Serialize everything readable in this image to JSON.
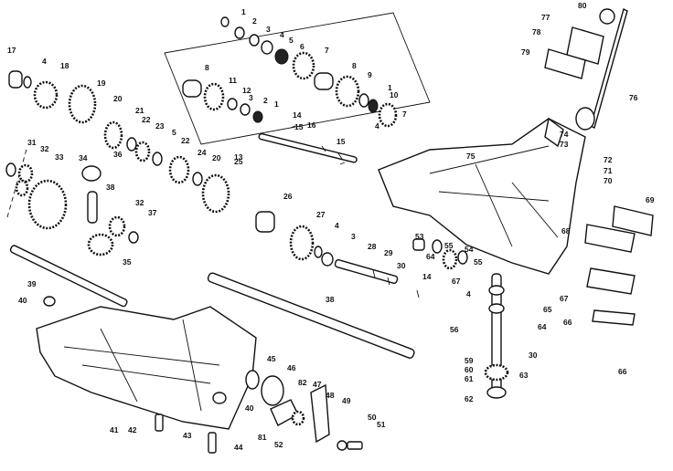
{
  "diagram": {
    "callouts": [
      {
        "id": "c1",
        "text": "1"
      },
      {
        "id": "c2",
        "text": "2"
      },
      {
        "id": "c3",
        "text": "3"
      },
      {
        "id": "c4",
        "text": "4"
      },
      {
        "id": "c5",
        "text": "5"
      },
      {
        "id": "c6",
        "text": "6"
      },
      {
        "id": "c7a",
        "text": "7"
      },
      {
        "id": "c8a",
        "text": "8"
      },
      {
        "id": "c8b",
        "text": "8"
      },
      {
        "id": "c9",
        "text": "9"
      },
      {
        "id": "c10",
        "text": "10"
      },
      {
        "id": "c1b",
        "text": "1"
      },
      {
        "id": "c7b",
        "text": "7"
      },
      {
        "id": "c11",
        "text": "11"
      },
      {
        "id": "c12",
        "text": "12"
      },
      {
        "id": "c3b",
        "text": "3"
      },
      {
        "id": "c2b",
        "text": "2"
      },
      {
        "id": "c1c",
        "text": "1"
      },
      {
        "id": "c14a",
        "text": "14"
      },
      {
        "id": "c15a",
        "text": "15"
      },
      {
        "id": "c4b",
        "text": "4"
      },
      {
        "id": "c15b",
        "text": "15"
      },
      {
        "id": "c16",
        "text": "16"
      },
      {
        "id": "c13",
        "text": "13"
      },
      {
        "id": "c17",
        "text": "17"
      },
      {
        "id": "c4c",
        "text": "4"
      },
      {
        "id": "c18",
        "text": "18"
      },
      {
        "id": "c19",
        "text": "19"
      },
      {
        "id": "c20",
        "text": "20"
      },
      {
        "id": "c21",
        "text": "21"
      },
      {
        "id": "c22a",
        "text": "22"
      },
      {
        "id": "c23",
        "text": "23"
      },
      {
        "id": "c5b",
        "text": "5"
      },
      {
        "id": "c22b",
        "text": "22"
      },
      {
        "id": "c24",
        "text": "24"
      },
      {
        "id": "c20b",
        "text": "20"
      },
      {
        "id": "c25",
        "text": "25"
      },
      {
        "id": "c31",
        "text": "31"
      },
      {
        "id": "c32a",
        "text": "32"
      },
      {
        "id": "c33",
        "text": "33"
      },
      {
        "id": "c34",
        "text": "34"
      },
      {
        "id": "c36",
        "text": "36"
      },
      {
        "id": "c38",
        "text": "38"
      },
      {
        "id": "c32b",
        "text": "32"
      },
      {
        "id": "c37",
        "text": "37"
      },
      {
        "id": "c35",
        "text": "35"
      },
      {
        "id": "c26",
        "text": "26"
      },
      {
        "id": "c27",
        "text": "27"
      },
      {
        "id": "c4d",
        "text": "4"
      },
      {
        "id": "c3c",
        "text": "3"
      },
      {
        "id": "c28",
        "text": "28"
      },
      {
        "id": "c29",
        "text": "29"
      },
      {
        "id": "c30a",
        "text": "30"
      },
      {
        "id": "c14b",
        "text": "14"
      },
      {
        "id": "c39",
        "text": "39"
      },
      {
        "id": "c40a",
        "text": "40"
      },
      {
        "id": "c38b",
        "text": "38"
      },
      {
        "id": "c41",
        "text": "41"
      },
      {
        "id": "c42",
        "text": "42"
      },
      {
        "id": "c43",
        "text": "43"
      },
      {
        "id": "c44",
        "text": "44"
      },
      {
        "id": "c45",
        "text": "45"
      },
      {
        "id": "c46",
        "text": "46"
      },
      {
        "id": "c40b",
        "text": "40"
      },
      {
        "id": "c82",
        "text": "82"
      },
      {
        "id": "c47",
        "text": "47"
      },
      {
        "id": "c48",
        "text": "48"
      },
      {
        "id": "c49",
        "text": "49"
      },
      {
        "id": "c81",
        "text": "81"
      },
      {
        "id": "c52",
        "text": "52"
      },
      {
        "id": "c50",
        "text": "50"
      },
      {
        "id": "c51",
        "text": "51"
      },
      {
        "id": "c80",
        "text": "80"
      },
      {
        "id": "c77",
        "text": "77"
      },
      {
        "id": "c78",
        "text": "78"
      },
      {
        "id": "c79",
        "text": "79"
      },
      {
        "id": "c76a",
        "text": "76"
      },
      {
        "id": "c74",
        "text": "74"
      },
      {
        "id": "c73",
        "text": "73"
      },
      {
        "id": "c72",
        "text": "72"
      },
      {
        "id": "c71",
        "text": "71"
      },
      {
        "id": "c70",
        "text": "70"
      },
      {
        "id": "c75",
        "text": "75"
      },
      {
        "id": "c69",
        "text": "69"
      },
      {
        "id": "c68",
        "text": "68"
      },
      {
        "id": "c53",
        "text": "53"
      },
      {
        "id": "c64a",
        "text": "64"
      },
      {
        "id": "c55a",
        "text": "55"
      },
      {
        "id": "c54",
        "text": "54"
      },
      {
        "id": "c55b",
        "text": "55"
      },
      {
        "id": "c67a",
        "text": "67"
      },
      {
        "id": "c4e",
        "text": "4"
      },
      {
        "id": "c65",
        "text": "65"
      },
      {
        "id": "c64b",
        "text": "64"
      },
      {
        "id": "c56",
        "text": "56"
      },
      {
        "id": "c30b",
        "text": "30"
      },
      {
        "id": "c59",
        "text": "59"
      },
      {
        "id": "c60",
        "text": "60"
      },
      {
        "id": "c61",
        "text": "61"
      },
      {
        "id": "c63",
        "text": "63"
      },
      {
        "id": "c62",
        "text": "62"
      },
      {
        "id": "c67b",
        "text": "67"
      },
      {
        "id": "c66a",
        "text": "66"
      },
      {
        "id": "c66b",
        "text": "66"
      }
    ]
  }
}
